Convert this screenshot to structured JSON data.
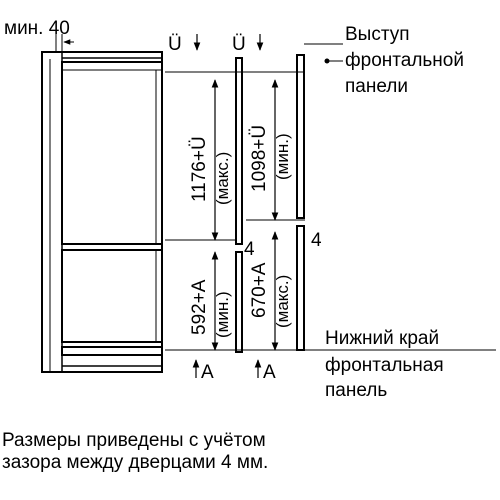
{
  "labels": {
    "min40": "мин. 40",
    "u1": "Ü",
    "u2": "Ü",
    "dim1176": "1176+Ü",
    "dim1176_note": "(макс.)",
    "dim1098": "1098+Ü",
    "dim1098_note": "(мин.)",
    "dim592": "592+A",
    "dim592_note": "(мин.)",
    "dim670": "670+A",
    "dim670_note": "(макс.)",
    "gap_mid": "4",
    "gap_right": "4",
    "a1": "A",
    "a2": "A",
    "callout_top": [
      "Выступ",
      "фронтальной",
      "панели"
    ],
    "callout_bottom": [
      "Нижний край",
      "фронтальная",
      "панель"
    ]
  },
  "caption": [
    "Размеры приведены с учётом",
    "зазора между дверцами 4 мм."
  ]
}
